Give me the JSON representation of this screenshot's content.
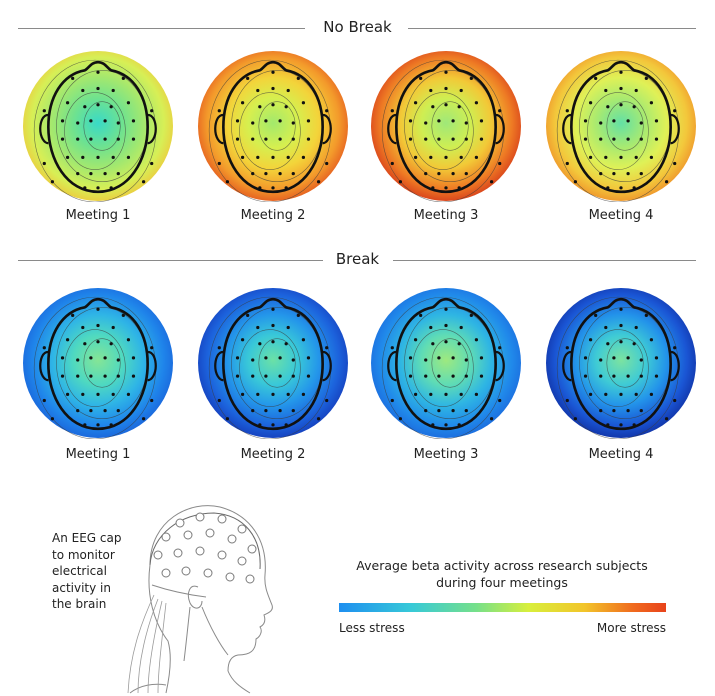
{
  "sections": [
    {
      "title": "No Break",
      "maps": [
        {
          "label": "Meeting 1",
          "colors": [
            "#39d9c7",
            "#6fe28f",
            "#a2e86f",
            "#d7ef56",
            "#f1c439"
          ]
        },
        {
          "label": "Meeting 2",
          "colors": [
            "#a3e96c",
            "#d6ef4f",
            "#f3d43a",
            "#f39a2b",
            "#e2501e"
          ]
        },
        {
          "label": "Meeting 3",
          "colors": [
            "#9fe879",
            "#cfee52",
            "#f2c937",
            "#ee7a24",
            "#d3341a"
          ]
        },
        {
          "label": "Meeting 4",
          "colors": [
            "#63e0a5",
            "#a9ea70",
            "#dff157",
            "#f3c73b",
            "#ee8a28"
          ]
        }
      ]
    },
    {
      "title": "Break",
      "maps": [
        {
          "label": "Meeting 1",
          "colors": [
            "#85e595",
            "#4fd9c0",
            "#2fb5e6",
            "#1f84ea",
            "#1a5fd8"
          ]
        },
        {
          "label": "Meeting 2",
          "colors": [
            "#6be1a6",
            "#39c8d8",
            "#2497ea",
            "#1c62dc",
            "#1438b6"
          ]
        },
        {
          "label": "Meeting 3",
          "colors": [
            "#9ee97f",
            "#5fdcb5",
            "#2fb6e3",
            "#2089ea",
            "#1b66dc"
          ]
        },
        {
          "label": "Meeting 4",
          "colors": [
            "#7ce3a0",
            "#3fcbd5",
            "#2394ea",
            "#1a55d4",
            "#0f2c9c"
          ]
        }
      ]
    }
  ],
  "caption": "An EEG cap to monitor electrical activity in the brain",
  "legend": {
    "title": "Average beta activity across research subjects during four meetings",
    "left_label": "Less stress",
    "right_label": "More stress"
  }
}
